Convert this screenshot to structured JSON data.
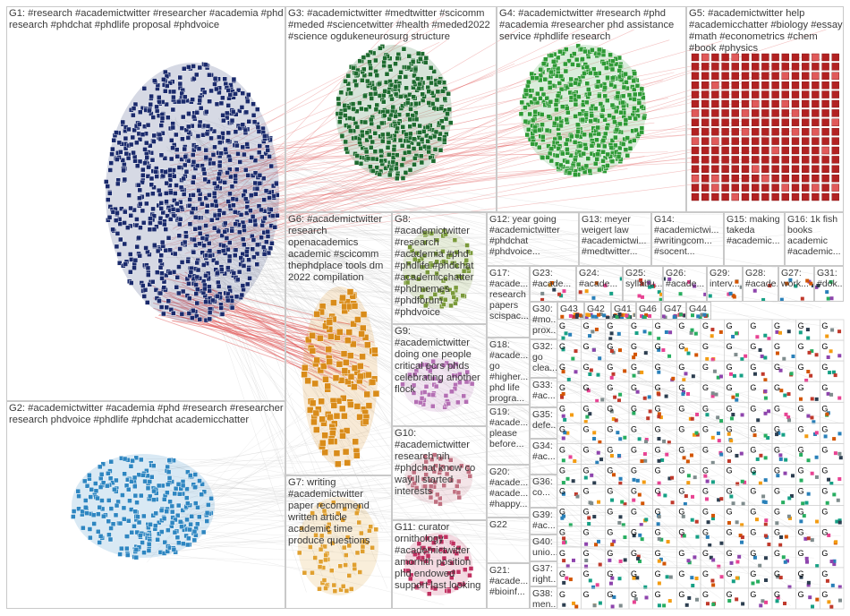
{
  "groups": [
    {
      "id": "G1",
      "label": "G1: #research #academictwitter #researcher #academia #phd research #phdchat #phdlife proposal #phdvoice"
    },
    {
      "id": "G2",
      "label": "G2: #academictwitter #academia #phd #research #researcher research phdvoice #phdlife #phdchat academicchatter"
    },
    {
      "id": "G3",
      "label": "G3: #academictwitter #medtwitter #scicomm #meded #sciencetwitter #health #meded2022 #science ogdukeneurosurg structure"
    },
    {
      "id": "G4",
      "label": "G4: #academictwitter #research #phd #academia #researcher phd assistance service #phdlife research"
    },
    {
      "id": "G5",
      "label": "G5: #academictwitter help #academicchatter #biology #essay #math #econometrics #chem #book #physics"
    },
    {
      "id": "G6",
      "label": "G6: #academictwitter research openacademics academic #scicomm thephdplace tools dm 2022 compilation"
    },
    {
      "id": "G7",
      "label": "G7: writing #academictwitter paper recommend written article academic time produce questions"
    },
    {
      "id": "G8",
      "label": "G8: #academictwitter #research #academia #phd #phdlife #phdchat #academicchatter #phdmemes #phdforum #phdvoice"
    },
    {
      "id": "G9",
      "label": "G9: #academictwitter doing one people critical ecrs phds celebrating another flock"
    },
    {
      "id": "G10",
      "label": "G10: #academictwitter research nih #phdchat know co way ll started interests"
    },
    {
      "id": "G11",
      "label": "G11: curator ornithology #academictwitter amornith position phd endowed support last looking"
    },
    {
      "id": "G12",
      "label": "G12: year going #academictwitter #phdchat #phdvoice..."
    },
    {
      "id": "G13",
      "label": "G13: meyer weigert law #academictwi... #medtwitter..."
    },
    {
      "id": "G14",
      "label": "G14: #academictwi... #writingcom... #socent..."
    },
    {
      "id": "G15",
      "label": "G15: making takeda #academic..."
    },
    {
      "id": "G16",
      "label": "G16: 1k fish books academic #academic..."
    },
    {
      "id": "G17",
      "label": "G17: #acade... research papers scispac..."
    },
    {
      "id": "G18",
      "label": "G18: #acade... go #higher... phd life progra..."
    },
    {
      "id": "G19",
      "label": "G19: #acade... please before..."
    },
    {
      "id": "G20",
      "label": "G20: #acade... #acade... #happy..."
    },
    {
      "id": "G21",
      "label": "G21: #acade... #bioinf..."
    },
    {
      "id": "G22",
      "label": "G22"
    },
    {
      "id": "G23",
      "label": "G23: #acade..."
    },
    {
      "id": "G24",
      "label": "G24: #acade..."
    },
    {
      "id": "G25",
      "label": "G25: syllabu..."
    },
    {
      "id": "G26",
      "label": "G26: #acade..."
    },
    {
      "id": "G27",
      "label": "G27: work..."
    },
    {
      "id": "G28",
      "label": "G28: #acade..."
    },
    {
      "id": "G29",
      "label": "G29: interv..."
    },
    {
      "id": "G30",
      "label": "G30: #mo... prox..."
    },
    {
      "id": "G31",
      "label": "G31: #dok..."
    },
    {
      "id": "G32",
      "label": "G32: go clea..."
    },
    {
      "id": "G33",
      "label": "G33: #ac..."
    },
    {
      "id": "G34",
      "label": "G34: #ac..."
    },
    {
      "id": "G35",
      "label": "G35: defe..."
    },
    {
      "id": "G36",
      "label": "G36: co..."
    },
    {
      "id": "G37",
      "label": "G37: right..."
    },
    {
      "id": "G38",
      "label": "G38: men..."
    },
    {
      "id": "G39",
      "label": "G39: #ac..."
    },
    {
      "id": "G40",
      "label": "G40: unio..."
    },
    {
      "id": "G41",
      "label": "G41"
    },
    {
      "id": "G42",
      "label": "G42"
    },
    {
      "id": "G43",
      "label": "G43"
    },
    {
      "id": "G44",
      "label": "G44"
    },
    {
      "id": "G46",
      "label": "G46"
    },
    {
      "id": "G47",
      "label": "G47"
    }
  ],
  "tiny_label": "G",
  "colors": {
    "border": "#c9c9c9",
    "g1": "#1a2a6c",
    "g2": "#2e86c1",
    "g3": "#1e6b2f",
    "g4": "#2e9a35",
    "g5": "#b22222",
    "g6": "#d98c1a",
    "edge_red": "#e05050",
    "edge_gray": "#bdbdbd"
  }
}
